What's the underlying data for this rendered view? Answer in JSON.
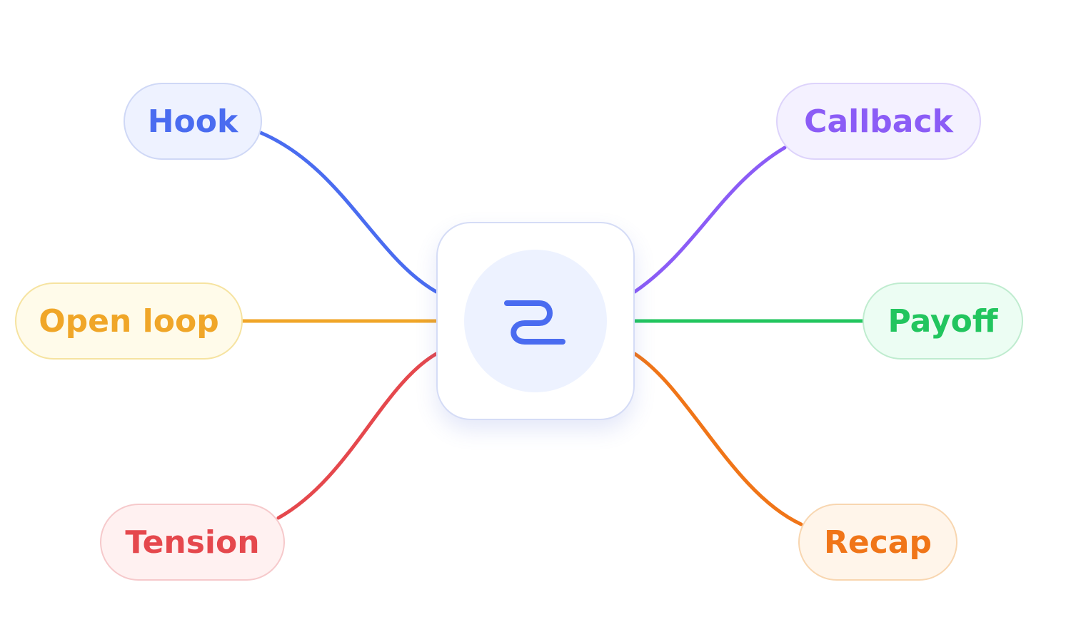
{
  "diagram": {
    "center": {
      "icon": "s-curve-path-icon",
      "accent": "#4a6cf0"
    },
    "nodes": [
      {
        "id": "hook",
        "label": "Hook",
        "color": "#4a6cf0",
        "bg": "#eef2ff",
        "border": "#cfd8f6"
      },
      {
        "id": "open-loop",
        "label": "Open loop",
        "color": "#f0a628",
        "bg": "#fffbea",
        "border": "#f6e3a0"
      },
      {
        "id": "tension",
        "label": "Tension",
        "color": "#e5484d",
        "bg": "#fff1f1",
        "border": "#f6c9cb"
      },
      {
        "id": "callback",
        "label": "Callback",
        "color": "#8b5cf6",
        "bg": "#f4f1ff",
        "border": "#ddd3fb"
      },
      {
        "id": "payoff",
        "label": "Payoff",
        "color": "#22c55e",
        "bg": "#ecfdf3",
        "border": "#bfeccf"
      },
      {
        "id": "recap",
        "label": "Recap",
        "color": "#f07518",
        "bg": "#fff5ea",
        "border": "#f8d6b0"
      }
    ]
  }
}
